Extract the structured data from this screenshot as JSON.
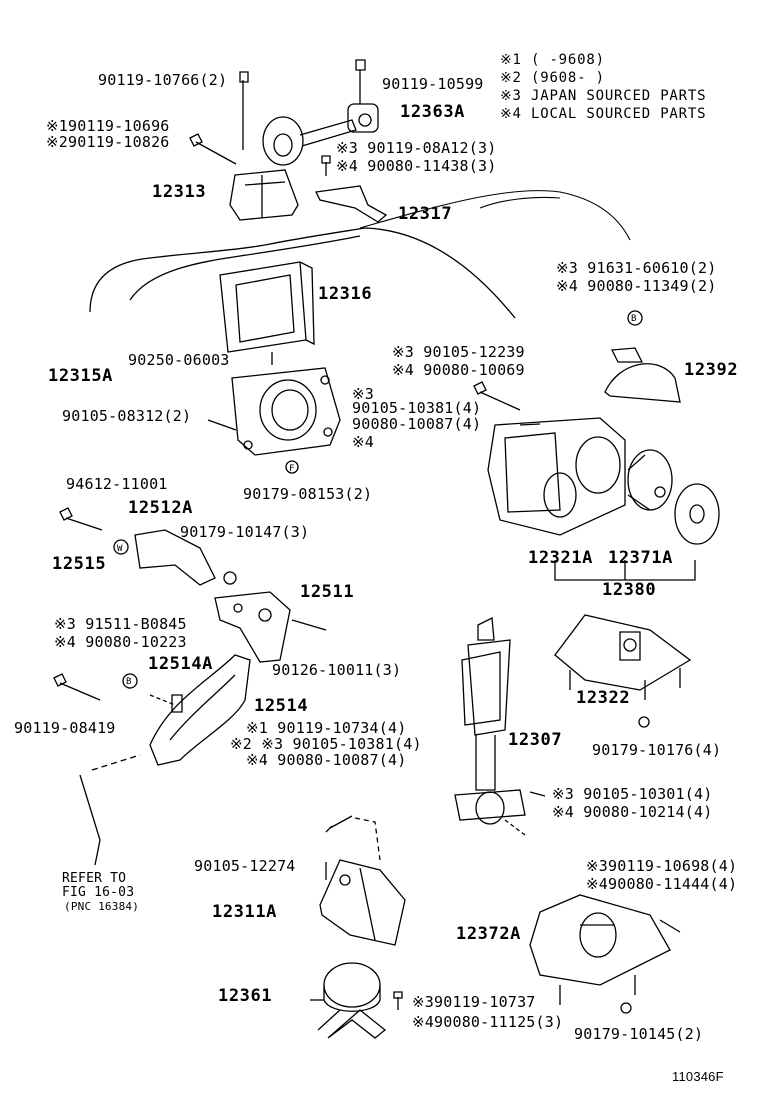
{
  "legend": {
    "l1": "※1 (     -9608)",
    "l2": "※2 (9608-     )",
    "l3": "※3 JAPAN SOURCED PARTS",
    "l4": "※4 LOCAL SOURCED PARTS"
  },
  "parts": {
    "p90119_10766": "90119-10766(2)",
    "p90119_10599": "90119-10599",
    "p12363A": "12363A",
    "p90119_10696": "※190119-10696",
    "p90119_10826": "※290119-10826",
    "p90119_08A12": "※3 90119-08A12(3)",
    "p90080_11438": "※4 90080-11438(3)",
    "p12313": "12313",
    "p12317": "12317",
    "p91631_60610": "※3 91631-60610(2)",
    "p90080_11349": "※4 90080-11349(2)",
    "p12316": "12316",
    "p90250_06003": "90250-06003",
    "p12315A": "12315A",
    "p90105_12239": "※3 90105-12239",
    "p90080_10069": "※4 90080-10069",
    "p12392": "12392",
    "p90105_08312": "90105-08312(2)",
    "p_s3a": "※3",
    "p90105_10381a": "90105-10381(4)",
    "p90080_10087a": "90080-10087(4)",
    "p_s4a": "※4",
    "p90179_08153": "90179-08153(2)",
    "p94612_11001": "94612-11001",
    "p12512A": "12512A",
    "p90179_10147": "90179-10147(3)",
    "p12515": "12515",
    "p12321A": "12321A",
    "p12371A": "12371A",
    "p12380": "12380",
    "p12511": "12511",
    "p91511_B0845": "※3 91511-B0845",
    "p90080_10223": "※4 90080-10223",
    "p90126_10011": "90126-10011(3)",
    "p12514A": "12514A",
    "p12322": "12322",
    "p90119_08419": "90119-08419",
    "p12514": "12514",
    "p90119_10734": "※1 90119-10734(4)",
    "p90105_10381b": "※2 ※3 90105-10381(4)",
    "p90080_10087b": "※4 90080-10087(4)",
    "p90179_10176": "90179-10176(4)",
    "p12307": "12307",
    "p90105_10301": "※3 90105-10301(4)",
    "p90080_10214": "※4 90080-10214(4)",
    "refer1": "REFER TO",
    "refer2": "FIG 16-03",
    "refer3": "(PNC 16384)",
    "p90105_12274": "90105-12274",
    "p90119_10698": "※390119-10698(4)",
    "p90080_11444": "※490080-11444(4)",
    "p12311A": "12311A",
    "p12372A": "12372A",
    "p12361": "12361",
    "p90119_10737": "※390119-10737",
    "p90080_11125": "※490080-11125(3)",
    "p90179_10145": "90179-10145(2)",
    "ref_code": "110346F",
    "mark_b": "B",
    "mark_w": "W",
    "mark_f": "F"
  }
}
